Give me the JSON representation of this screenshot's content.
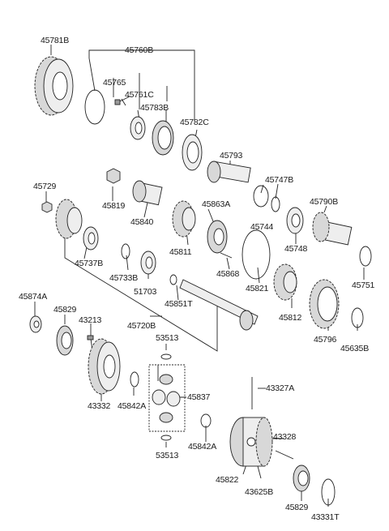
{
  "colors": {
    "line": "#222222",
    "gear_fill": "#d8d8d8",
    "gear_shade": "#9a9a9a",
    "ring_fill": "#eeeeee",
    "background": "#ffffff"
  },
  "labels": {
    "p45781B": "45781B",
    "p45760B": "45760B",
    "p45765": "45765",
    "p45761C": "45761C",
    "p45783B": "45783B",
    "p45782C": "45782C",
    "p45793": "45793",
    "p45729": "45729",
    "p45819": "45819",
    "p45840": "45840",
    "p45863A": "45863A",
    "p45747B": "45747B",
    "p45790B": "45790B",
    "p45744": "45744",
    "p45748": "45748",
    "p45737B": "45737B",
    "p45811": "45811",
    "p45733B": "45733B",
    "p51703": "51703",
    "p45868": "45868",
    "p45821": "45821",
    "p45751": "45751",
    "p45851T": "45851T",
    "p45812": "45812",
    "p45874A": "45874A",
    "p45829a": "45829",
    "p43213": "43213",
    "p45720B": "45720B",
    "p45796": "45796",
    "p45635B": "45635B",
    "p53513a": "53513",
    "p45837": "45837",
    "p43332": "43332",
    "p45842Aa": "45842A",
    "p43327A": "43327A",
    "p45842Ab": "45842A",
    "p43328": "43328",
    "p53513b": "53513",
    "p45822": "45822",
    "p43625B": "43625B",
    "p45829b": "45829",
    "p43331T": "43331T"
  }
}
